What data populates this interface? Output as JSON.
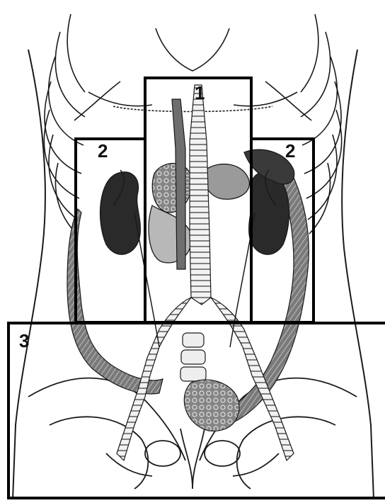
{
  "regions": [
    {
      "id": "region-1",
      "label": "1"
    },
    {
      "id": "region-2-left",
      "label": "2"
    },
    {
      "id": "region-2-right",
      "label": "2"
    },
    {
      "id": "region-3",
      "label": "3"
    }
  ],
  "colors": {
    "line": "#1a1a1a",
    "organ": "#6e6e6e",
    "organ_dark": "#2a2a2a",
    "box": "#000000"
  }
}
